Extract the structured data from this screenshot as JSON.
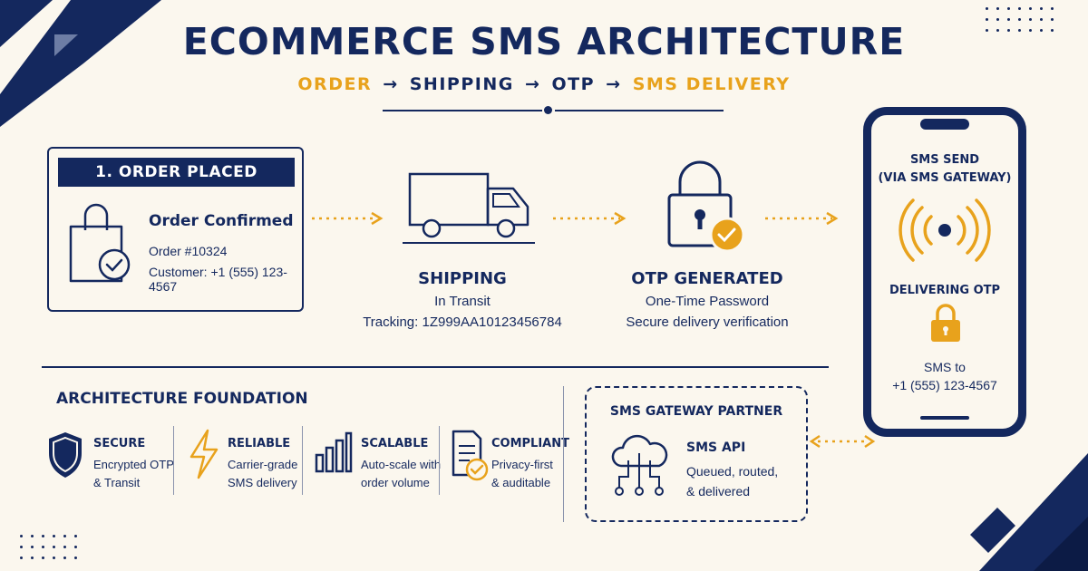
{
  "title": "ECOMMERCE SMS ARCHITECTURE",
  "subtitle": {
    "step1": "ORDER",
    "step2": "SHIPPING",
    "step3": "OTP",
    "step4": "SMS DELIVERY",
    "arrow": "→"
  },
  "order": {
    "header": "1. ORDER PLACED",
    "title": "Order Confirmed",
    "order_no": "Order #10324",
    "customer": "Customer: +1 (555) 123-4567"
  },
  "shipping": {
    "title": "SHIPPING",
    "status": "In Transit",
    "tracking": "Tracking: 1Z999AA10123456784"
  },
  "otp": {
    "title": "OTP GENERATED",
    "line1": "One-Time Password",
    "line2": "Secure delivery verification"
  },
  "phone": {
    "line1": "SMS SEND",
    "line2": "(VIA SMS GATEWAY)",
    "delivering": "DELIVERING OTP",
    "sms_to": "SMS to",
    "number": "+1 (555) 123-4567"
  },
  "foundation": {
    "title": "ARCHITECTURE FOUNDATION",
    "features": [
      {
        "name": "SECURE",
        "line1": "Encrypted OTP",
        "line2": "& Transit",
        "icon": "shield-icon"
      },
      {
        "name": "RELIABLE",
        "line1": "Carrier-grade",
        "line2": "SMS delivery",
        "icon": "lightning-icon"
      },
      {
        "name": "SCALABLE",
        "line1": "Auto-scale with",
        "line2": "order volume",
        "icon": "bar-chart-icon"
      },
      {
        "name": "COMPLIANT",
        "line1": "Privacy-first",
        "line2": "& auditable",
        "icon": "document-check-icon"
      }
    ]
  },
  "gateway": {
    "title": "SMS GATEWAY PARTNER",
    "api": "SMS API",
    "line1": "Queued, routed,",
    "line2": "& delivered"
  },
  "colors": {
    "navy": "#14285e",
    "orange": "#e8a21c",
    "background": "#fbf7ee"
  }
}
